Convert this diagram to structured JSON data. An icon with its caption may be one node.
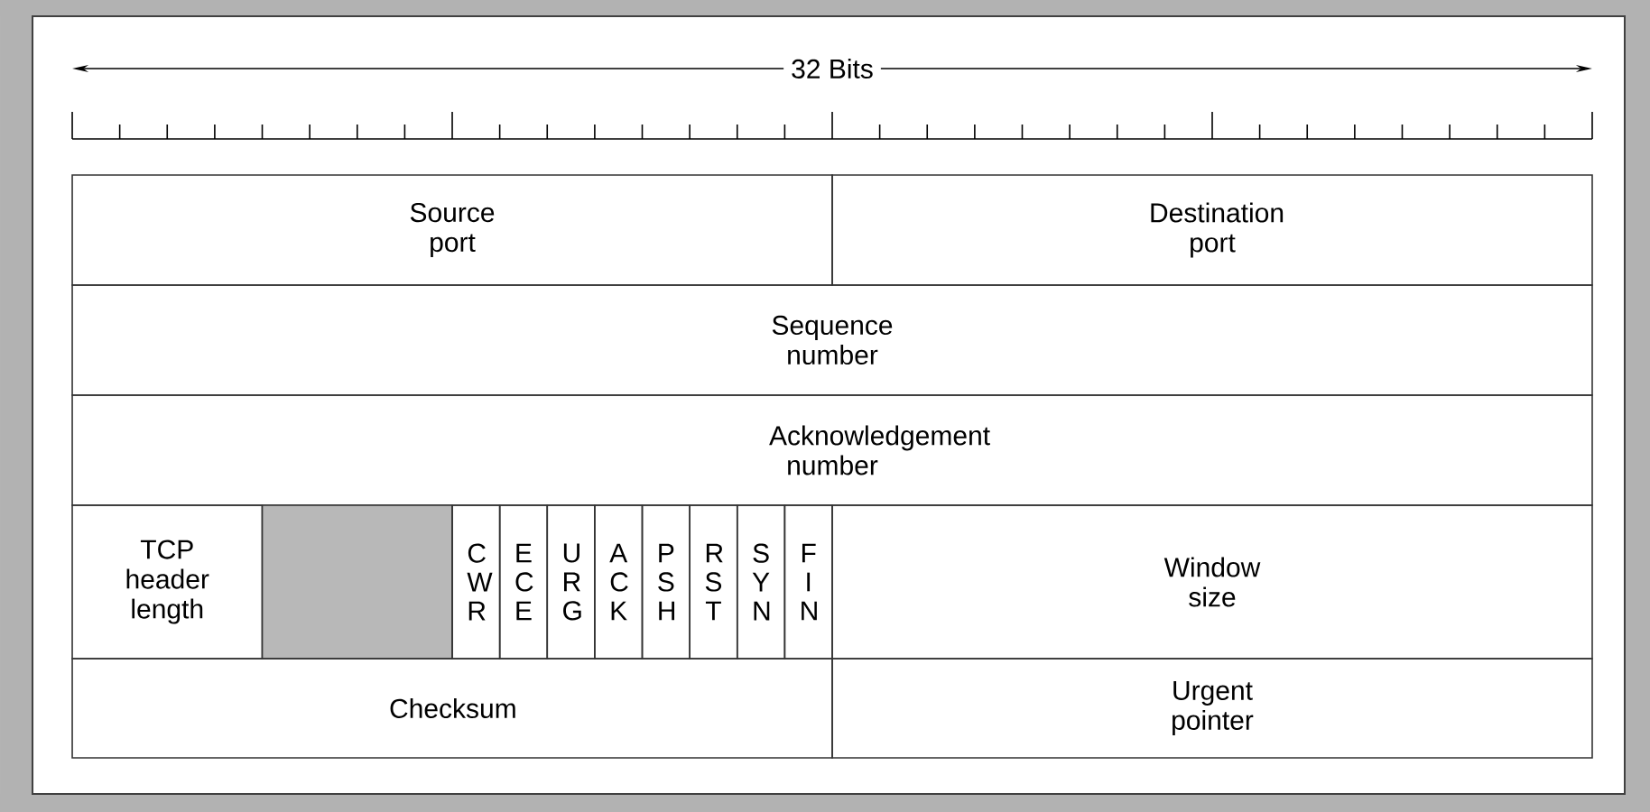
{
  "diagram": {
    "nodes": [
      {
        "text": [
          "Source port"
        ]
      },
      {
        "text": [
          "Destination port"
        ]
      },
      {
        "text": [
          "Sequence number"
        ]
      },
      {
        "text": [
          "Acknowledgement number"
        ]
      },
      {
        "text": [
          "TCP header length"
        ]
      },
      {
        "text": [],
        "shape": "box"
      },
      {
        "text": [
          "C W R"
        ]
      },
      {
        "text": [
          "E C E"
        ]
      },
      {
        "text": [
          "U R G"
        ]
      },
      {
        "text": [
          "A C K"
        ]
      },
      {
        "text": [
          "P S H"
        ]
      },
      {
        "text": [
          "R S T"
        ]
      },
      {
        "text": [
          "S Y N"
        ]
      },
      {
        "text": [
          "F I N"
        ]
      },
      {
        "text": [
          "Window size"
        ]
      },
      {
        "text": [
          "Checksum"
        ]
      },
      {
        "text": [
          "Urgent pointer"
        ]
      }
    ],
    "edges": [],
    "labels": [
      "32 Bits"
    ]
  }
}
